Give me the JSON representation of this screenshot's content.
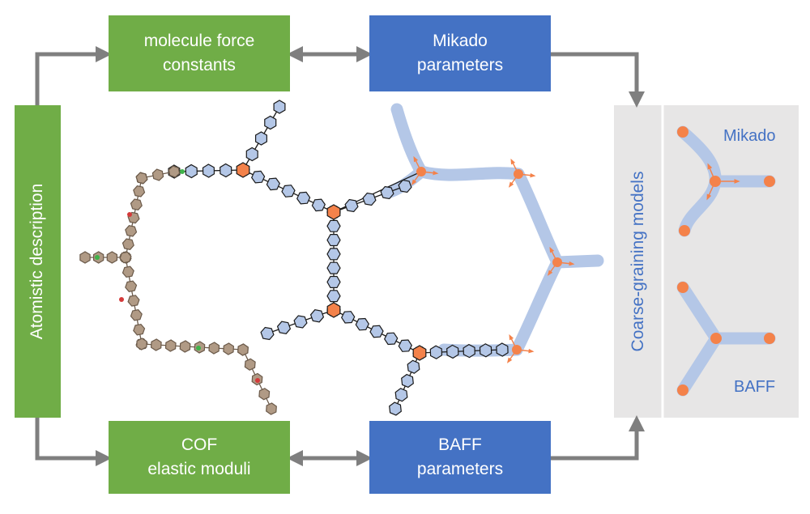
{
  "boxes": {
    "molecule_force_constants": "molecule force\nconstants",
    "mikado_parameters": "Mikado\nparameters",
    "cof_elastic_moduli": "COF\nelastic moduli",
    "baff_parameters": "BAFF\nparameters"
  },
  "sidebar": {
    "atomistic_description": "Atomistic description"
  },
  "coarse_graining": {
    "title": "Coarse-graining models",
    "mikado_label": "Mikado",
    "baff_label": "BAFF"
  },
  "colors": {
    "green": "#70ad47",
    "blue": "#4472c4",
    "arrow_gray": "#7f7f7f",
    "panel_gray": "#e7e6e6",
    "node_orange": "#f4824a",
    "ring_blue": "#b4c7e7",
    "ring_tan": "#b09a85",
    "band_blue": "#b4c7e7"
  }
}
